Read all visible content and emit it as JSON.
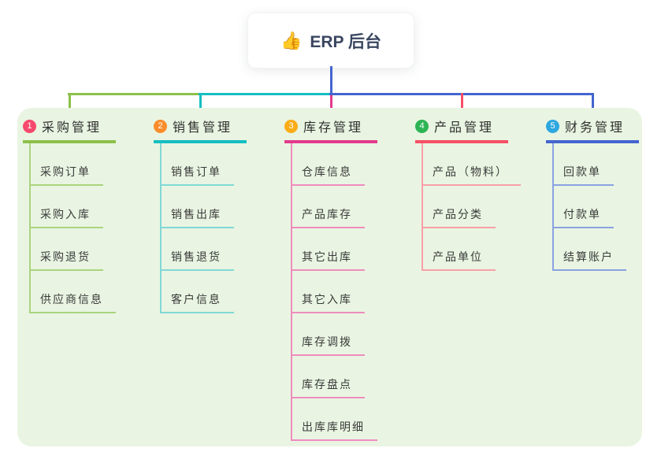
{
  "root": {
    "icon": "👍",
    "label": "ERP 后台",
    "line_color": "#4365cf"
  },
  "panel": {
    "background": "#e9f5e2"
  },
  "branches": [
    {
      "badge": "1",
      "title": "采购管理",
      "badge_color": "#f7486d",
      "line_color": "#8cc04a",
      "child_line_color": "#abd47e",
      "children": [
        "采购订单",
        "采购入库",
        "采购退货",
        "供应商信息"
      ]
    },
    {
      "badge": "2",
      "title": "销售管理",
      "badge_color": "#fb8d2c",
      "line_color": "#15bec2",
      "child_line_color": "#82d8d6",
      "children": [
        "销售订单",
        "销售出库",
        "销售退货",
        "客户信息"
      ]
    },
    {
      "badge": "3",
      "title": "库存管理",
      "badge_color": "#fbac17",
      "line_color": "#e23a8d",
      "child_line_color": "#ef8cbe",
      "children": [
        "仓库信息",
        "产品库存",
        "其它出库",
        "其它入库",
        "库存调拨",
        "库存盘点",
        "出库库明细"
      ]
    },
    {
      "badge": "4",
      "title": "产品管理",
      "badge_color": "#2eb454",
      "line_color": "#f55066",
      "child_line_color": "#f89fa8",
      "children": [
        "产品（物料）",
        "产品分类",
        "产品单位"
      ]
    },
    {
      "badge": "5",
      "title": "财务管理",
      "badge_color": "#2ea7e0",
      "line_color": "#4365cf",
      "child_line_color": "#8aa2e0",
      "children": [
        "回款单",
        "付款单",
        "结算账户"
      ]
    }
  ]
}
